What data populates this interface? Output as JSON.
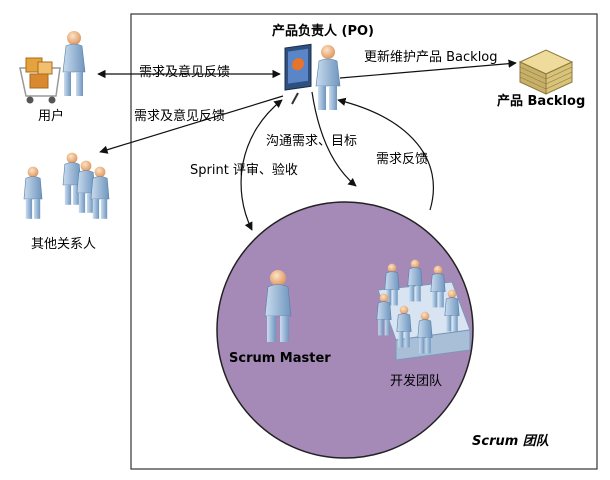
{
  "diagram": {
    "po_label": "产品负责人 (PO)",
    "user_label": "用户",
    "stakeholders_label": "其他关系人",
    "backlog_label": "产品 Backlog",
    "scrum_master_label": "Scrum Master",
    "dev_team_label": "开发团队",
    "scrum_team_label": "Scrum 团队",
    "edges": {
      "user_feedback": "需求及意见反馈",
      "stakeholder_feedback": "需求及意见反馈",
      "update_backlog": "更新维护产品 Backlog",
      "communicate": "沟通需求、目标",
      "sprint_review": "Sprint 评审、验收",
      "req_feedback": "需求反馈"
    }
  }
}
